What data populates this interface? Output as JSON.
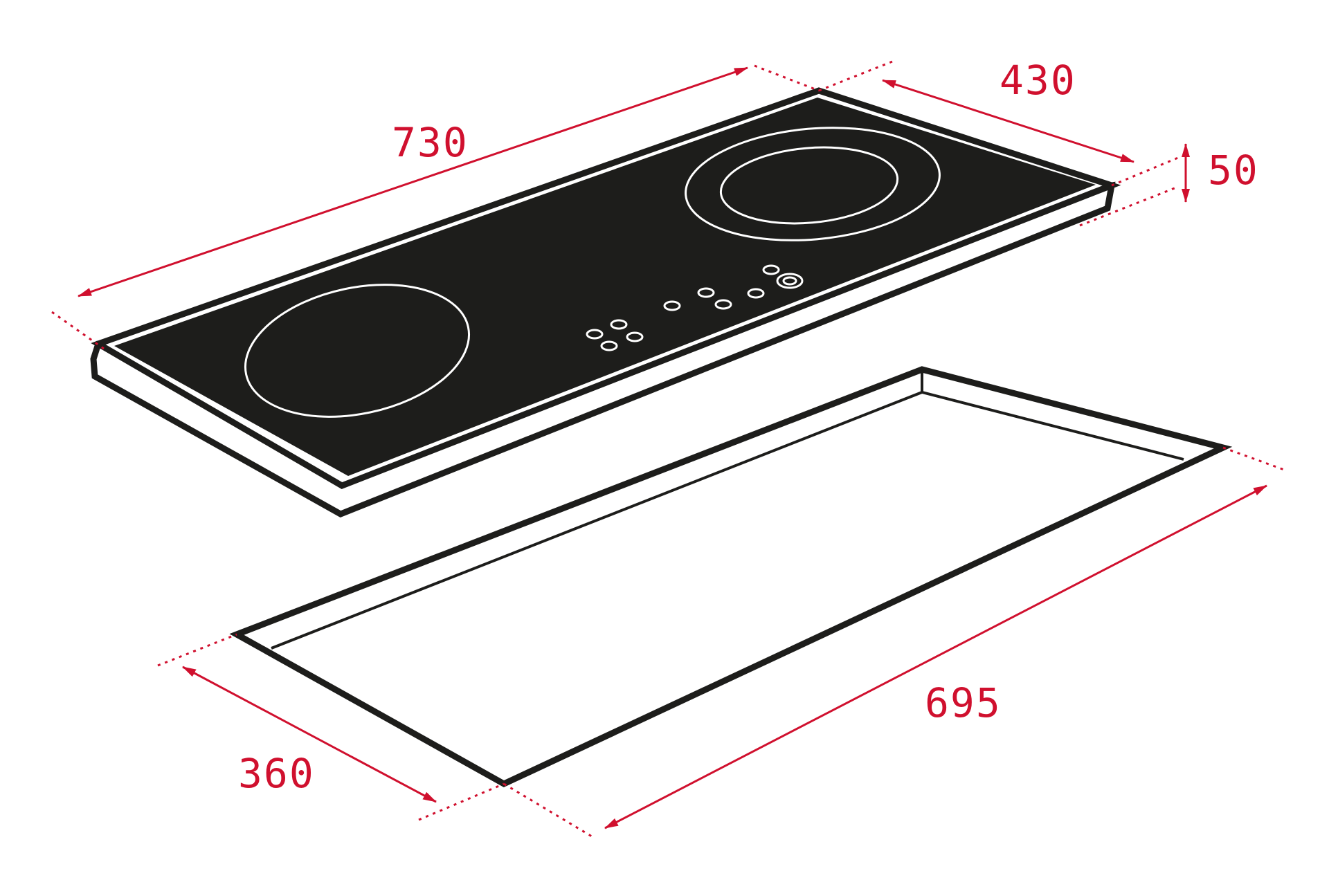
{
  "colors": {
    "dimension": "#d0102e",
    "outline": "#1d1d1b",
    "glass": "#1d1d1b",
    "background": "#ffffff"
  },
  "dimensions": {
    "top_width": "730",
    "top_depth": "430",
    "height": "50",
    "cutout_width": "695",
    "cutout_depth": "360"
  }
}
